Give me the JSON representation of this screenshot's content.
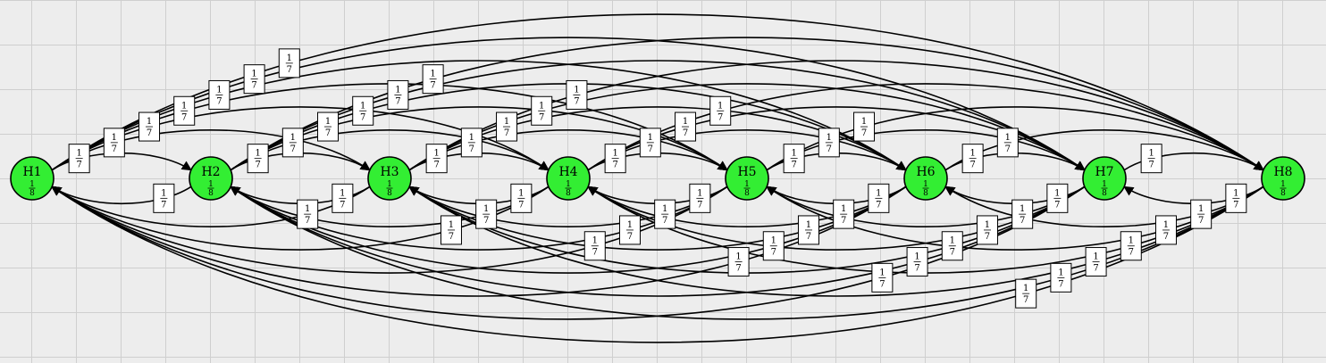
{
  "diagram": {
    "nodes": [
      {
        "id": "H1",
        "name": "H1",
        "value": {
          "num": "1",
          "den": "8"
        }
      },
      {
        "id": "H2",
        "name": "H2",
        "value": {
          "num": "1",
          "den": "8"
        }
      },
      {
        "id": "H3",
        "name": "H3",
        "value": {
          "num": "1",
          "den": "8"
        }
      },
      {
        "id": "H4",
        "name": "H4",
        "value": {
          "num": "1",
          "den": "8"
        }
      },
      {
        "id": "H5",
        "name": "H5",
        "value": {
          "num": "1",
          "den": "8"
        }
      },
      {
        "id": "H6",
        "name": "H6",
        "value": {
          "num": "1",
          "den": "8"
        }
      },
      {
        "id": "H7",
        "name": "H7",
        "value": {
          "num": "1",
          "den": "8"
        }
      },
      {
        "id": "H8",
        "name": "H8",
        "value": {
          "num": "1",
          "den": "8"
        }
      }
    ],
    "edge_weight": {
      "num": "1",
      "den": "7"
    },
    "edges": "complete directed graph: every node has an edge to every other node, each labeled 1/7",
    "node_color": "#33ee33",
    "edge_color": "#000000",
    "label_box_color": "#ffffff"
  }
}
